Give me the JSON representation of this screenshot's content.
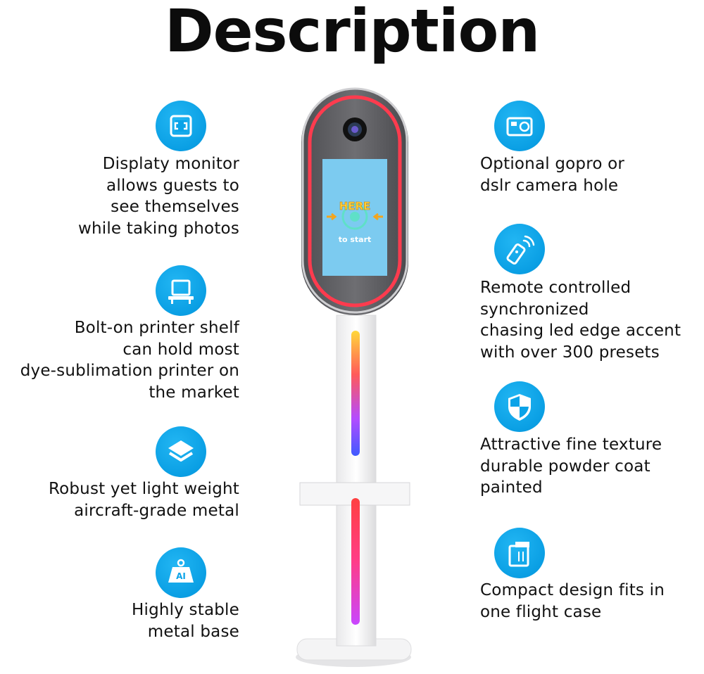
{
  "title": "Description",
  "left_features": [
    {
      "icon": "display-screen-icon",
      "lines": [
        "Displaty monitor",
        "allows guests to",
        "see themselves",
        "while taking photos"
      ]
    },
    {
      "icon": "printer-shelf-icon",
      "lines": [
        "Bolt-on printer shelf",
        "can hold most",
        "dye-sublimation printer on",
        "the market"
      ]
    },
    {
      "icon": "layers-icon",
      "lines": [
        "Robust yet light weight",
        "aircraft-grade metal"
      ]
    },
    {
      "icon": "weight-icon",
      "lines": [
        "Highly stable",
        "metal base"
      ]
    }
  ],
  "right_features": [
    {
      "icon": "camera-icon",
      "lines": [
        "Optional gopro or",
        "dslr camera hole"
      ]
    },
    {
      "icon": "remote-control-icon",
      "lines": [
        "Remote controlled",
        "synchronized",
        "chasing led edge accent",
        "with over 300 presets"
      ]
    },
    {
      "icon": "shield-icon",
      "lines": [
        "Attractive fine texture",
        "durable powder coat",
        "painted"
      ]
    },
    {
      "icon": "flight-case-icon",
      "lines": [
        "Compact design fits in",
        "one flight case"
      ]
    }
  ],
  "weight_icon_label": "AI",
  "screen": {
    "here": "HERE",
    "start": "to start"
  },
  "colors": {
    "accent": "#0aa3e8",
    "led_red": "#ff3b4e",
    "screen_bg": "#7ccbf0"
  }
}
